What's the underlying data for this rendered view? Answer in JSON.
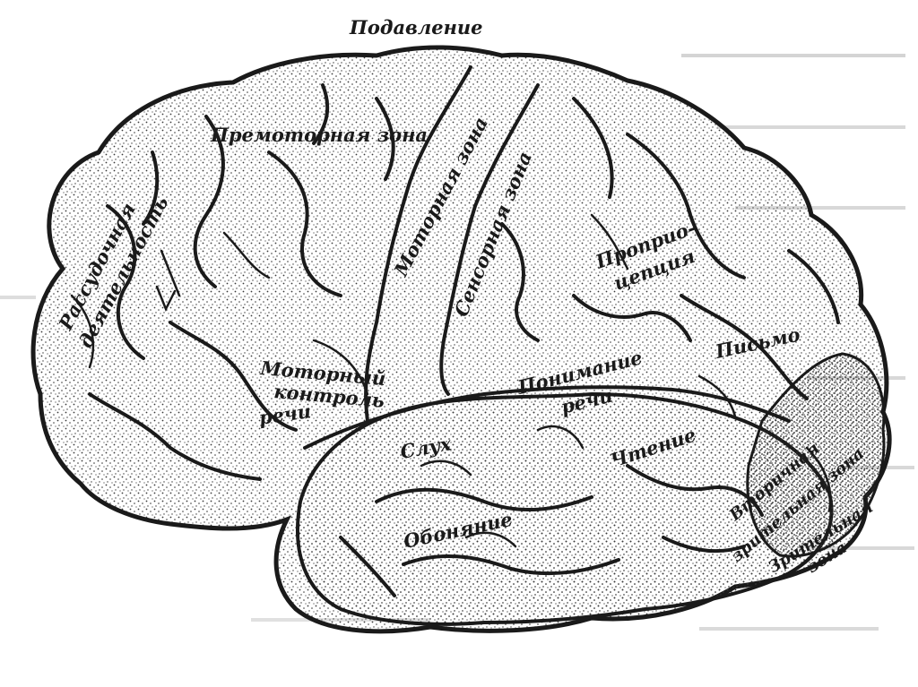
{
  "labels": {
    "suppression": "Подавление",
    "premotor_zone": "Премоторная зона",
    "motor_zone": "Моторная зона",
    "sensory_zone": "Сенсорная зона",
    "proprioception_1": "Прoприо-",
    "proprioception_2": "цепция",
    "judgment_1": "Рассудочная",
    "judgment_2": "деятельность",
    "motor_control_1": "Моторный",
    "motor_control_2": "контроль",
    "motor_control_3": "речи",
    "speech_understanding_1": "Понимание",
    "speech_understanding_2": "речи",
    "writing": "Письмо",
    "hearing": "Слух",
    "reading": "Чтение",
    "smell": "Обоняние",
    "secondary_visual_1": "Вторичная",
    "secondary_visual_2": "зрительная зона",
    "visual_zone_1": "Зрительная",
    "visual_zone_2": "зона"
  },
  "colors": {
    "outline": "#1a1a1a",
    "stipple": "#3a3a3a",
    "paper": "#ffffff"
  }
}
